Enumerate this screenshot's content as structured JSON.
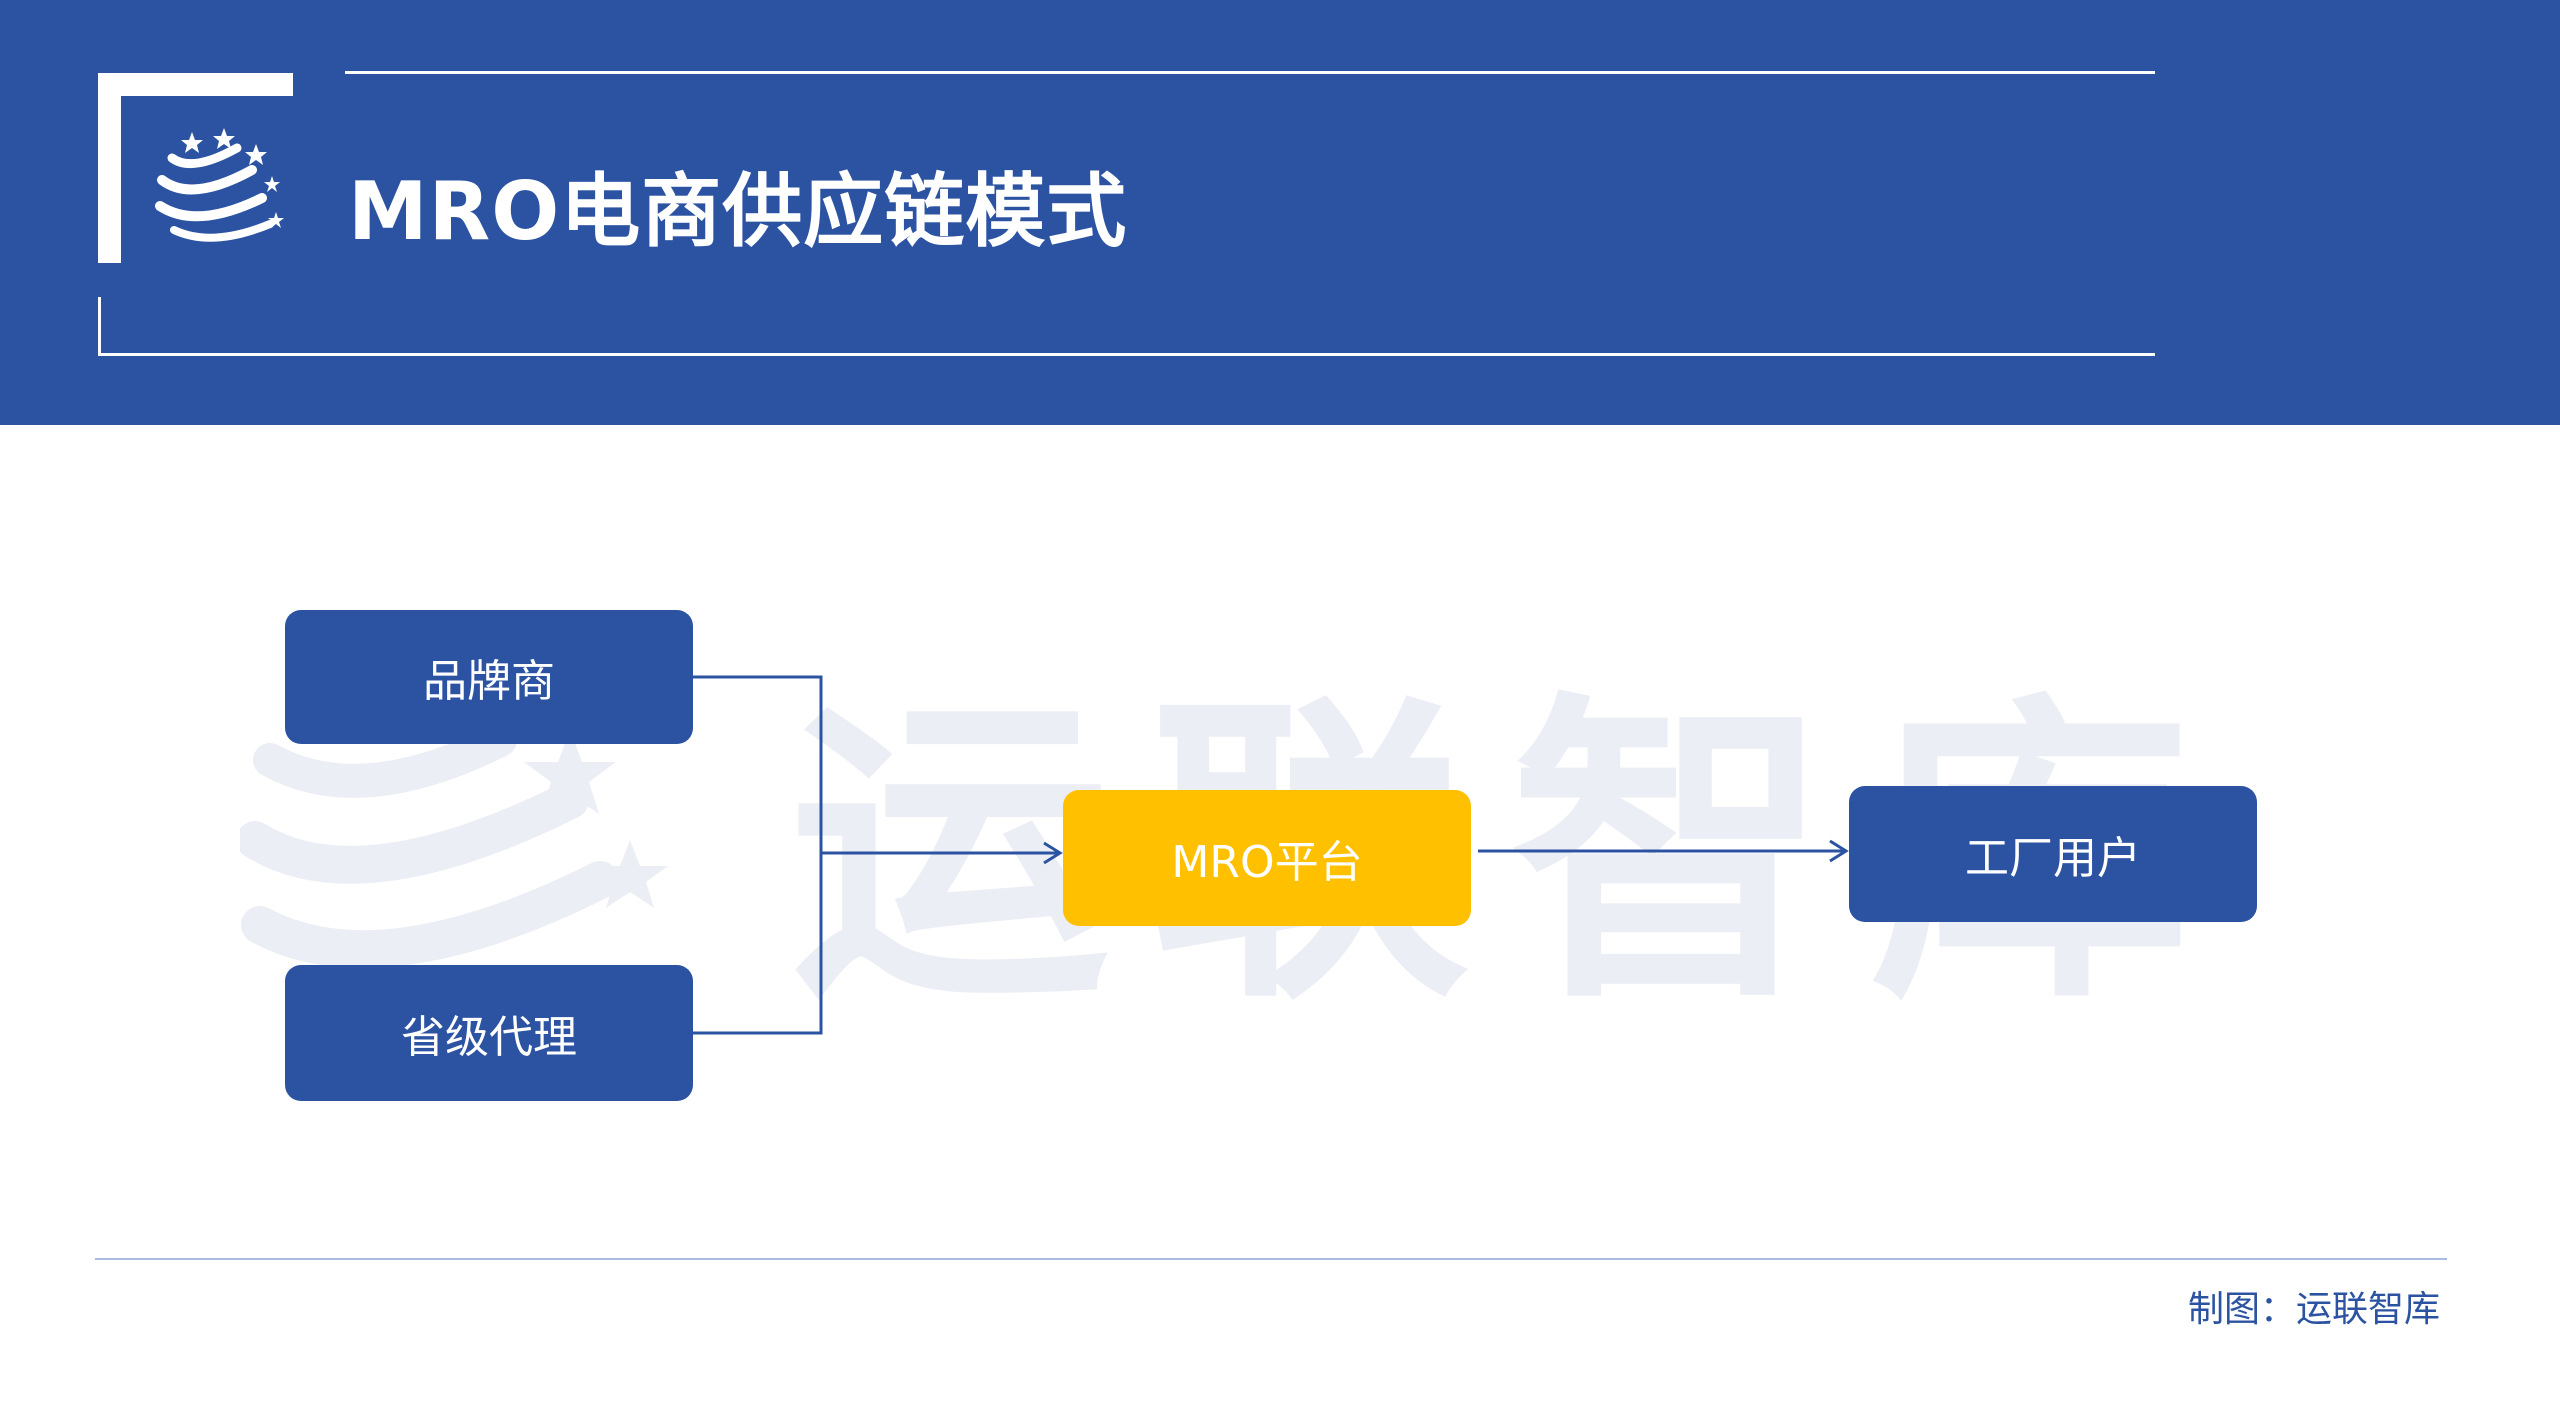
{
  "header": {
    "title": "MRO电商供应链模式",
    "background_color": "#2c53a2"
  },
  "watermark": {
    "text": "运联智库"
  },
  "diagram": {
    "nodes": [
      {
        "id": "brand",
        "label": "品牌商",
        "color": "#2c53a2"
      },
      {
        "id": "agent",
        "label": "省级代理",
        "color": "#2c53a2"
      },
      {
        "id": "platform",
        "label": "MRO平台",
        "color": "#ffc000"
      },
      {
        "id": "factory",
        "label": "工厂用户",
        "color": "#2c53a2"
      }
    ],
    "edges": [
      {
        "from": "brand",
        "to": "platform"
      },
      {
        "from": "agent",
        "to": "platform"
      },
      {
        "from": "platform",
        "to": "factory"
      }
    ]
  },
  "footer": {
    "credit": "制图：运联智库"
  }
}
